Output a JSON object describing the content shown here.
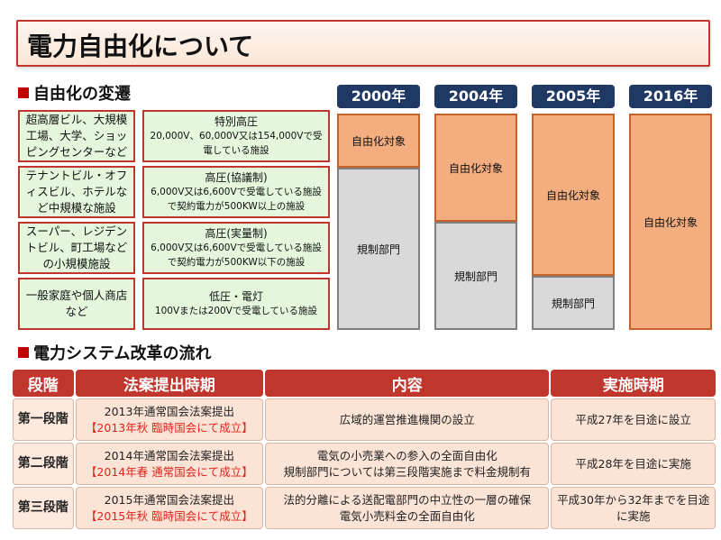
{
  "title": "電力自由化について",
  "section1": {
    "heading": "自由化の変遷"
  },
  "categories": [
    {
      "left": "超高層ビル、大規模工場、大学、ショッピングセンターなど",
      "main": "特別高圧",
      "detail": "20,000V、60,000V又は154,000Vで受電している施設"
    },
    {
      "left": "テナントビル・オフィスビル、ホテルなど中規模な施設",
      "main": "高圧(協議制)",
      "detail": "6,000V又は6,600Vで受電している施設で契約電力が500KW以上の施設"
    },
    {
      "left": "スーパー、レジデントビル、町工場などの小規模施設",
      "main": "高圧(実量制)",
      "detail": "6,000V又は6,600Vで受電している施設で契約電力が500KW以下の施設"
    },
    {
      "left": "一般家庭や個人商店など",
      "main": "低圧・電灯",
      "detail": "100Vまたは200Vで受電している施設"
    }
  ],
  "years": [
    {
      "label": "2000年",
      "liberalized_levels": 1
    },
    {
      "label": "2004年",
      "liberalized_levels": 2
    },
    {
      "label": "2005年",
      "liberalized_levels": 3
    },
    {
      "label": "2016年",
      "liberalized_levels": 4
    }
  ],
  "bar_labels": {
    "liberalized": "自由化対象",
    "regulated": "規制部門"
  },
  "section2": {
    "heading": "電力システム改革の流れ"
  },
  "table": {
    "headers": [
      "段階",
      "法案提出時期",
      "内容",
      "実施時期"
    ],
    "rows": [
      {
        "stage": "第一段階",
        "submission": "2013年通常国会法案提出",
        "passed": "【2013年秋 臨時国会にて成立】",
        "content": "広域的運営推進機関の設立",
        "implementation": "平成27年を目途に設立"
      },
      {
        "stage": "第二段階",
        "submission": "2014年通常国会法案提出",
        "passed": "【2014年春 通常国会にて成立】",
        "content": "電気の小売業への参入の全面自由化\n規制部門については第三段階実施まで料金規制有",
        "implementation": "平成28年を目途に実施"
      },
      {
        "stage": "第三段階",
        "submission": "2015年通常国会法案提出",
        "passed": "【2015年秋 臨時国会にて成立】",
        "content": "法的分離による送配電部門の中立性の一層の確保\n電気小売料金の全面自由化",
        "implementation": "平成30年から32年までを目途に実施"
      }
    ]
  },
  "colors": {
    "accent_red": "#c0362c",
    "header_navy": "#1f3864",
    "liberalized_orange": "#f3ad7f",
    "regulated_gray": "#d9d9d9",
    "category_green": "#e4f6dc"
  }
}
